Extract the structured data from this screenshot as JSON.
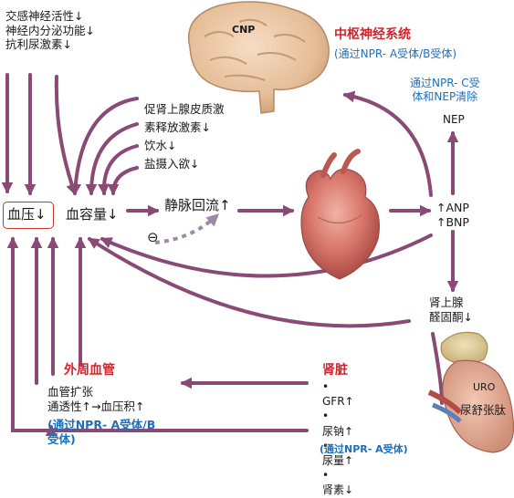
{
  "left_effects": [
    "交感神经活性↓",
    "神经内分泌功能↓",
    "抗利尿激素↓"
  ],
  "mid_effects": [
    "促肾上腺皮质激",
    "素释放激素↓",
    "饮水↓",
    "盐摄入欲↓"
  ],
  "nodes": {
    "blood_pressure": "血压↓",
    "blood_volume": "血容量↓",
    "venous_return": "静脉回流↑",
    "inhibit_symbol": "⊖",
    "anp": "↑ANP",
    "bnp": "↑BNP",
    "nep": "NEP",
    "aldosterone_line1": "肾上腺",
    "aldosterone_line2": "醛固酮↓"
  },
  "cns": {
    "brain_label": "CNP",
    "title": "中枢神经系统",
    "receptor": "(通过NPR- A受体/B受体)"
  },
  "clearance": [
    "通过NPR- C受",
    "体和NEP清除"
  ],
  "peripheral": {
    "title": "外周血管",
    "lines": [
      "血管扩张",
      "通透性↑→血压积↑"
    ],
    "receptor_lines": [
      "(通过NPR- A受体/B",
      "受体)"
    ]
  },
  "kidney": {
    "title": "肾脏",
    "bullets": [
      "GFR↑",
      "尿钠↑",
      "尿量↑",
      "肾素↓"
    ],
    "receptor": "(通过NPR- A受体)",
    "organ_label": "URO",
    "peptide": "尿舒张肽"
  },
  "colors": {
    "arrow": "#8a4a76",
    "cns_title": "#d1252b",
    "receptor_text": "#1f6fb8",
    "box_border": "#c0392b"
  }
}
